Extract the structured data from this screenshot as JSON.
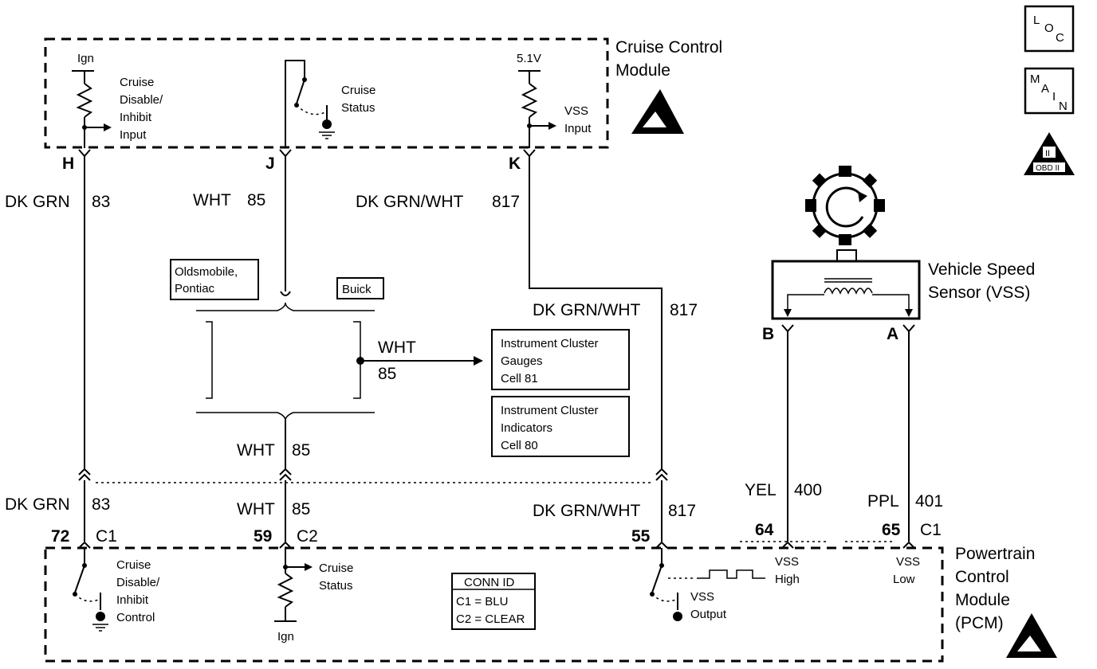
{
  "modules": {
    "ccm": {
      "title_1": "Cruise Control",
      "title_2": "Module"
    },
    "pcm": {
      "title_1": "Powertrain",
      "title_2": "Control",
      "title_3": "Module",
      "title_4": "(PCM)"
    },
    "vss": {
      "title_1": "Vehicle Speed",
      "title_2": "Sensor (VSS)"
    }
  },
  "ccm_internal": {
    "ign": "Ign",
    "v51": "5.1V",
    "cruise_disable_1": "Cruise",
    "cruise_disable_2": "Disable/",
    "cruise_disable_3": "Inhibit",
    "cruise_disable_4": "Input",
    "cruise_status_1": "Cruise",
    "cruise_status_2": "Status",
    "vss_input_1": "VSS",
    "vss_input_2": "Input"
  },
  "ccm_pins": {
    "h": "H",
    "j": "J",
    "k": "K"
  },
  "wires": {
    "dkgrn_color": "DK GRN",
    "dkgrn_num": "83",
    "wht_color": "WHT",
    "wht_num": "85",
    "dkgrnwht_color": "DK GRN/WHT",
    "dkgrnwht_num": "817",
    "yel_color": "YEL",
    "yel_num": "400",
    "ppl_color": "PPL",
    "ppl_num": "401"
  },
  "splice": {
    "olds": "Oldsmobile,",
    "pontiac": "Pontiac",
    "buick": "Buick"
  },
  "cells": {
    "gauges_1": "Instrument Cluster",
    "gauges_2": "Gauges",
    "gauges_3": "Cell 81",
    "indicators_1": "Instrument Cluster",
    "indicators_2": "Indicators",
    "indicators_3": "Cell 80"
  },
  "vss_pins": {
    "b": "B",
    "a": "A"
  },
  "pcm_pins": {
    "p72": "72",
    "c1": "C1",
    "p59": "59",
    "c2": "C2",
    "p55": "55",
    "p64": "64",
    "p65": "65",
    "c1b": "C1"
  },
  "pcm_internal": {
    "cdi_1": "Cruise",
    "cdi_2": "Disable/",
    "cdi_3": "Inhibit",
    "cdi_4": "Control",
    "cs_1": "Cruise",
    "cs_2": "Status",
    "ign": "Ign",
    "vss_out_1": "VSS",
    "vss_out_2": "Output",
    "vss_high_1": "VSS",
    "vss_high_2": "High",
    "vss_low_1": "VSS",
    "vss_low_2": "Low"
  },
  "conn_id": {
    "title": "CONN ID",
    "c1": "C1 = BLU",
    "c2": "C2 = CLEAR"
  },
  "nav_icons": {
    "loc_1": "L",
    "loc_2": "O",
    "loc_3": "C",
    "main_1": "M",
    "main_2": "A",
    "main_3": "I",
    "main_4": "N",
    "obd_1": "II",
    "obd_2": "OBD II"
  }
}
